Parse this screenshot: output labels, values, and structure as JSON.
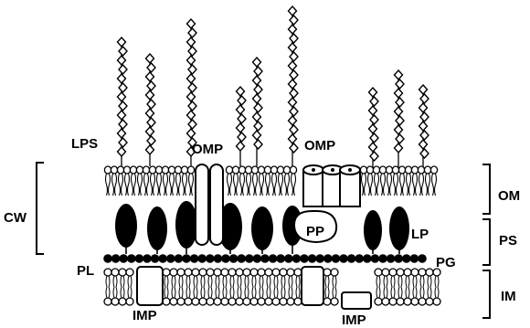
{
  "labels": {
    "lps": "LPS",
    "omp_left": "OMP",
    "omp_right": "OMP",
    "cw": "CW",
    "om": "OM",
    "ps": "PS",
    "im": "IM",
    "pp": "PP",
    "lp": "LP",
    "pg": "PG",
    "pl": "PL",
    "imp_left": "IMP",
    "imp_right": "IMP"
  },
  "colors": {
    "ink": "#000000",
    "paper": "#ffffff"
  }
}
